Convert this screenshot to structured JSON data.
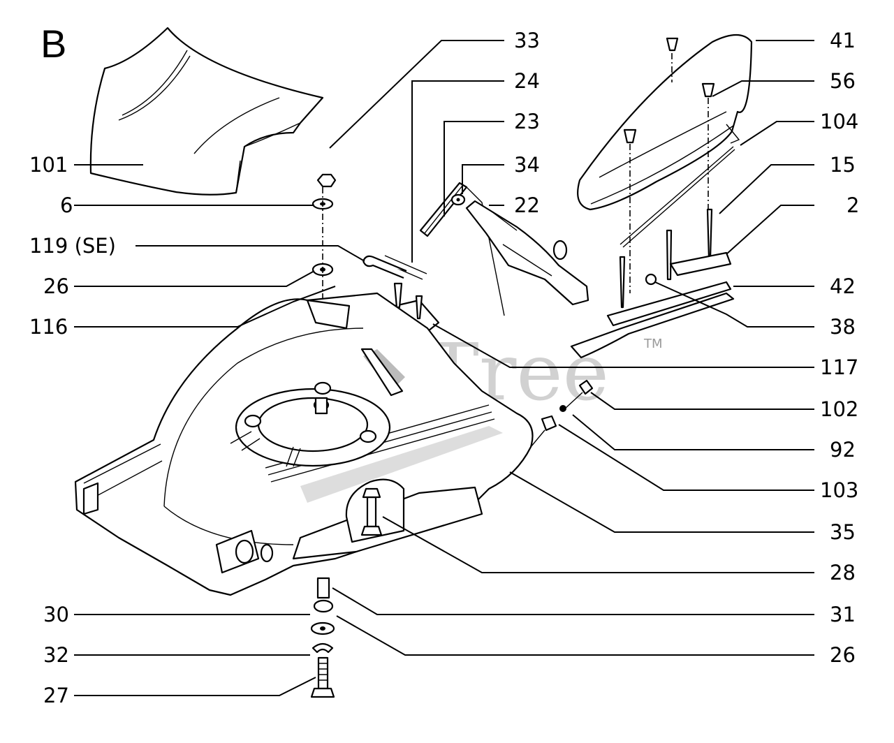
{
  "section_letter": "B",
  "watermark": "PartsTree",
  "watermark_mark": "TM",
  "left_labels": [
    {
      "id": "l101",
      "text": "101"
    },
    {
      "id": "l6",
      "text": "6"
    },
    {
      "id": "l119",
      "text": "119 (SE)"
    },
    {
      "id": "l26a",
      "text": "26"
    },
    {
      "id": "l116",
      "text": "116"
    },
    {
      "id": "l30",
      "text": "30"
    },
    {
      "id": "l32",
      "text": "32"
    },
    {
      "id": "l27",
      "text": "27"
    }
  ],
  "right_labels": [
    {
      "id": "r33",
      "text": "33"
    },
    {
      "id": "r24",
      "text": "24"
    },
    {
      "id": "r23",
      "text": "23"
    },
    {
      "id": "r34",
      "text": "34"
    },
    {
      "id": "r22",
      "text": "22"
    },
    {
      "id": "r41",
      "text": "41"
    },
    {
      "id": "r56",
      "text": "56"
    },
    {
      "id": "r104",
      "text": "104"
    },
    {
      "id": "r15",
      "text": "15"
    },
    {
      "id": "r2",
      "text": "2"
    },
    {
      "id": "r42",
      "text": "42"
    },
    {
      "id": "r38",
      "text": "38"
    },
    {
      "id": "r117",
      "text": "117"
    },
    {
      "id": "r102",
      "text": "102"
    },
    {
      "id": "r92",
      "text": "92"
    },
    {
      "id": "r103",
      "text": "103"
    },
    {
      "id": "r35",
      "text": "35"
    },
    {
      "id": "r28",
      "text": "28"
    },
    {
      "id": "r31",
      "text": "31"
    },
    {
      "id": "r26b",
      "text": "26"
    }
  ]
}
